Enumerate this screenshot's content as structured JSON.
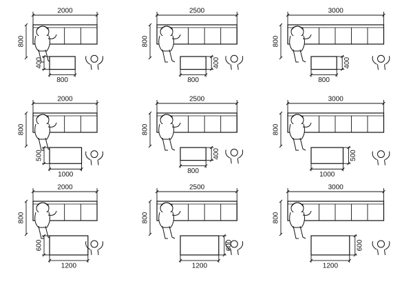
{
  "counter_width_unit_suffix": "",
  "rows": [
    {
      "counter_depth": "800",
      "panels": [
        {
          "counter_length": "2000",
          "table_width": "800",
          "table_depth": "400",
          "table_depth_side": "left"
        },
        {
          "counter_length": "2500",
          "table_width": "800",
          "table_depth": "400",
          "table_depth_side": "right"
        },
        {
          "counter_length": "3000",
          "table_width": "800",
          "table_depth": "400",
          "table_depth_side": "right"
        }
      ]
    },
    {
      "counter_depth": "800",
      "panels": [
        {
          "counter_length": "2000",
          "table_width": "1000",
          "table_depth": "500",
          "table_depth_side": "left"
        },
        {
          "counter_length": "2500",
          "table_width": "800",
          "table_depth": "400",
          "table_depth_side": "right"
        },
        {
          "counter_length": "3000",
          "table_width": "1000",
          "table_depth": "500",
          "table_depth_side": "right"
        }
      ]
    },
    {
      "counter_depth": "800",
      "panels": [
        {
          "counter_length": "2000",
          "table_width": "1200",
          "table_depth": "600",
          "table_depth_side": "left"
        },
        {
          "counter_length": "2500",
          "table_width": "1200",
          "table_depth": "600",
          "table_depth_side": "right"
        },
        {
          "counter_length": "3000",
          "table_width": "1200",
          "table_depth": "600",
          "table_depth_side": "right"
        }
      ]
    }
  ]
}
